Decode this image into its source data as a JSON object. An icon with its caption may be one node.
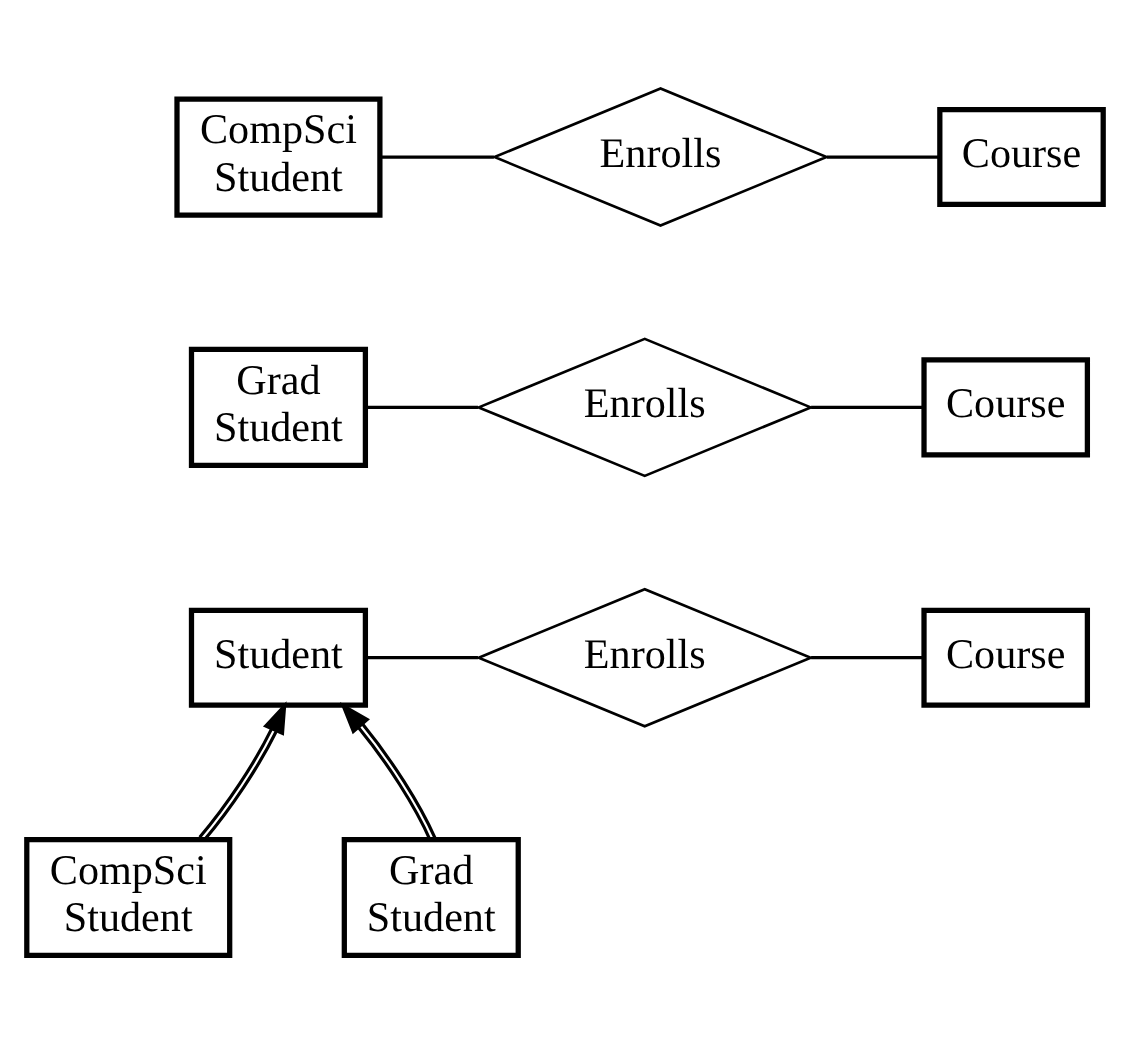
{
  "diagram": {
    "nodes": [
      {
        "text": [
          "CompSci Student"
        ]
      },
      {
        "text": [
          "Enrolls"
        ]
      },
      {
        "text": [
          "Course"
        ]
      },
      {
        "text": [
          "Grad Student"
        ]
      },
      {
        "text": [
          "Enrolls"
        ]
      },
      {
        "text": [
          "Course"
        ]
      },
      {
        "text": [
          "Student"
        ]
      },
      {
        "text": [
          "Enrolls"
        ]
      },
      {
        "text": [
          "Course"
        ]
      },
      {
        "text": [
          "CompSci Student"
        ]
      },
      {
        "text": [
          "Grad Student"
        ]
      }
    ],
    "edges": [
      {
        "from": 0,
        "to": 1,
        "arrow": "none"
      },
      {
        "from": 1,
        "to": 2,
        "arrow": "none"
      },
      {
        "from": 3,
        "to": 4,
        "arrow": "none"
      },
      {
        "from": 4,
        "to": 5,
        "arrow": "none"
      },
      {
        "from": 6,
        "to": 7,
        "arrow": "none"
      },
      {
        "from": 7,
        "to": 8,
        "arrow": "none"
      },
      {
        "from": 9,
        "to": 6,
        "arrow": "to"
      },
      {
        "from": 10,
        "to": 6,
        "arrow": "to"
      }
    ]
  }
}
